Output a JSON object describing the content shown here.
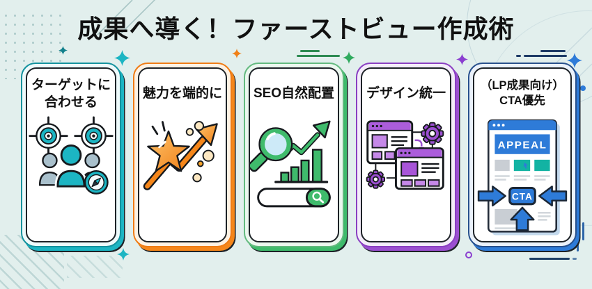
{
  "page": {
    "title": "成果へ導く！ファーストビュー作成術",
    "background_color": "#e2efed"
  },
  "cards": [
    {
      "id": "target-fit",
      "lines": [
        "ターゲットに",
        "合わせる"
      ],
      "icon": "audience-targeting-icon",
      "accent": "#1cb5c3",
      "border": "#13929e",
      "tint": "#eefafb"
    },
    {
      "id": "concise-appeal",
      "lines": [
        "魅力を端的に"
      ],
      "icon": "star-growth-arrow-icon",
      "accent": "#f5861a",
      "border": "#ef7c15",
      "tint": "#fdf2e4"
    },
    {
      "id": "seo-placement",
      "lines": [
        "SEO自然配置"
      ],
      "icon": "seo-search-chart-icon",
      "accent": "#3fbb6c",
      "border": "#63ba7f",
      "tint": "#ecf7ef"
    },
    {
      "id": "design-unity",
      "lines": [
        "デザイン統一"
      ],
      "icon": "design-windows-gears-icon",
      "accent": "#9b4fd0",
      "border": "#8a3fc2",
      "tint": "#f4edfa"
    },
    {
      "id": "cta-priority",
      "lines": [
        "（LP成果向け）",
        "CTA優先"
      ],
      "icon": "cta-priority-layout-icon",
      "accent": "#2e7bd8",
      "border": "#27508c",
      "tint": "#ebf2fb",
      "mock": {
        "banner": "APPEAL",
        "button": "CTA"
      }
    }
  ],
  "decorations": {
    "sparkle_colors": [
      "#1cb5c3",
      "#f08018",
      "#2faa5e",
      "#8b3fd0",
      "#2e7bd8"
    ],
    "shadow_outline": "#1d2227"
  }
}
